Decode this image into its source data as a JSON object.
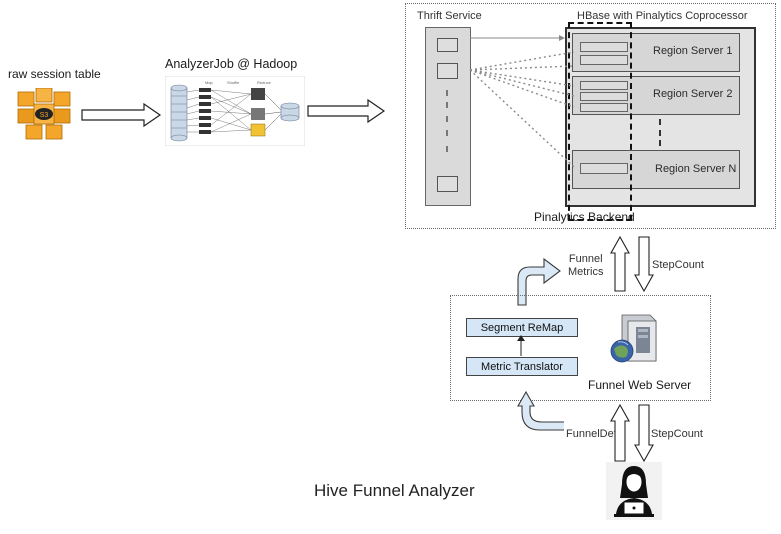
{
  "left": {
    "raw_session_table": "raw session table",
    "analyzer_job": "AnalyzerJob @ Hadoop",
    "s3_logo_text": "S3",
    "hadoop_thumb_labels": [
      "Map",
      "Shuffle",
      "Reduce"
    ]
  },
  "backend": {
    "thrift_service": "Thrift Service",
    "hbase_title": "HBase with Pinalytics Coprocessor",
    "region_servers": [
      "Region Server 1",
      "Region Server 2",
      "Region Server N"
    ],
    "backend_label": "Pinalytics Backend"
  },
  "flows": {
    "funnel_metrics": "Funnel\nMetrics",
    "stepcount_top": "StepCount",
    "funneldef": "FunnelDef",
    "stepcount_bottom": "StepCount"
  },
  "webserver": {
    "segment_remap": "Segment ReMap",
    "metric_translator": "Metric Translator",
    "label": "Funnel Web Server"
  },
  "caption": "Hive Funnel Analyzer",
  "colors": {
    "s3_orange": "#f4a62a",
    "hadoop_yellow": "#f1c232",
    "blue_box": "#d5e6f6",
    "region_gray": "#d6d6d6"
  }
}
